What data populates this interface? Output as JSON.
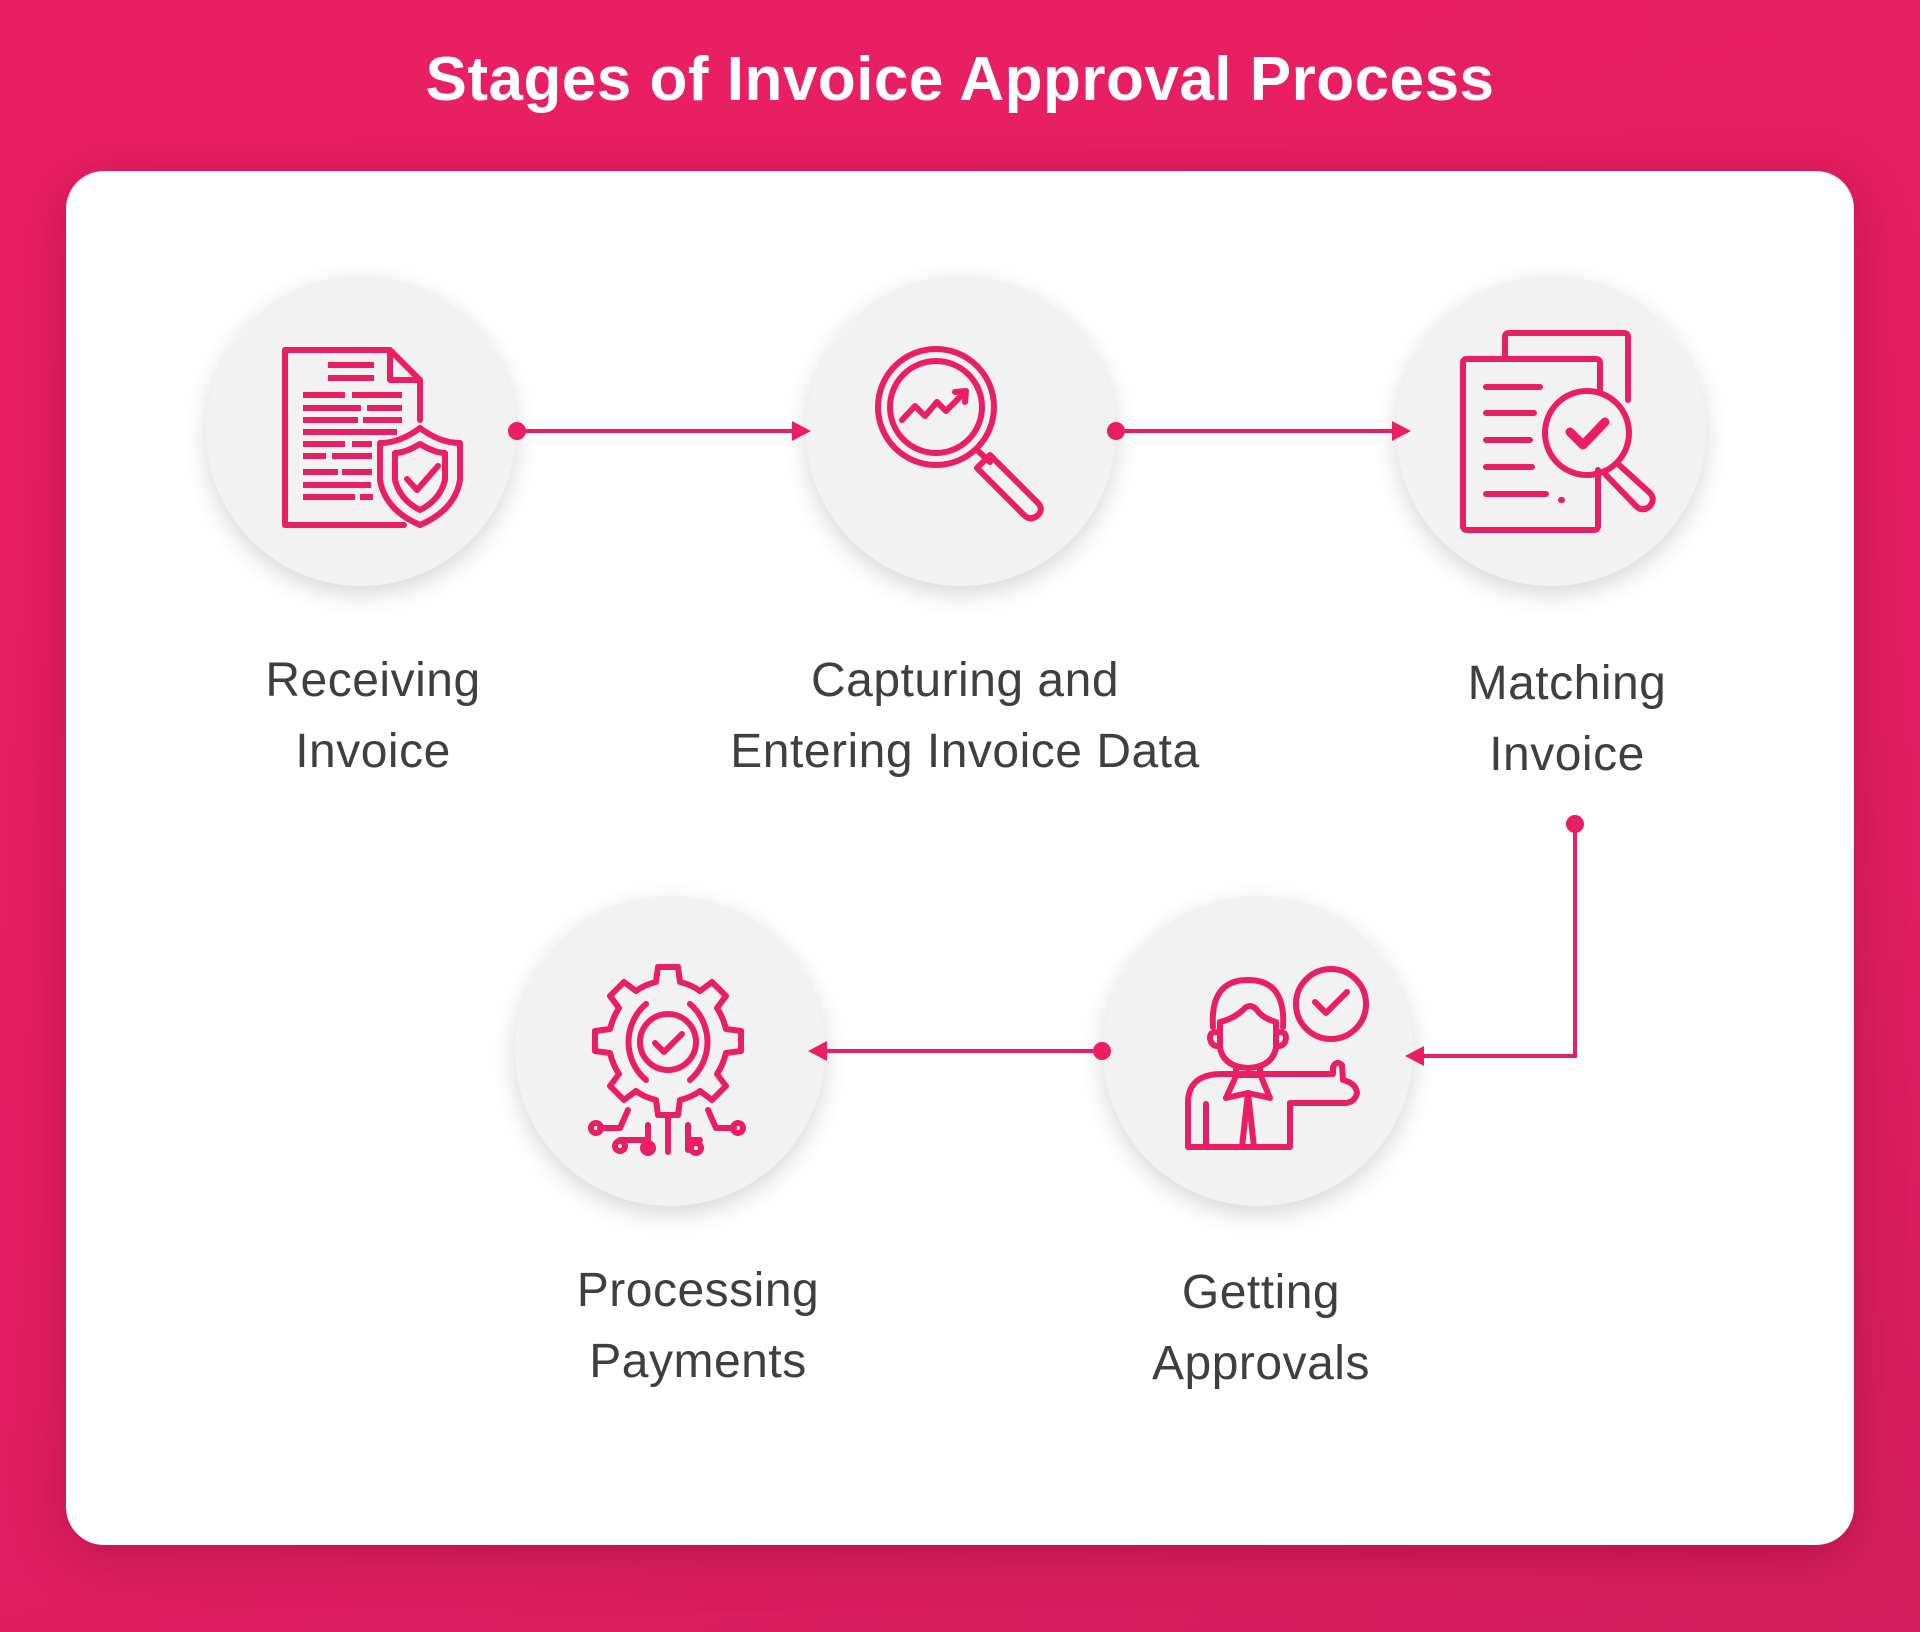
{
  "title": "Stages of Invoice Approval Process",
  "accent_color": "#E91E63",
  "stages": [
    {
      "icon": "document-shield-icon",
      "line1": "Receiving",
      "line2": "Invoice"
    },
    {
      "icon": "magnifier-chart-icon",
      "line1": "Capturing and",
      "line2": "Entering Invoice Data"
    },
    {
      "icon": "document-search-check-icon",
      "line1": "Matching",
      "line2": "Invoice"
    },
    {
      "icon": "person-approval-icon",
      "line1": "Getting",
      "line2": "Approvals"
    },
    {
      "icon": "gear-check-icon",
      "line1": "Processing",
      "line2": "Payments"
    }
  ]
}
